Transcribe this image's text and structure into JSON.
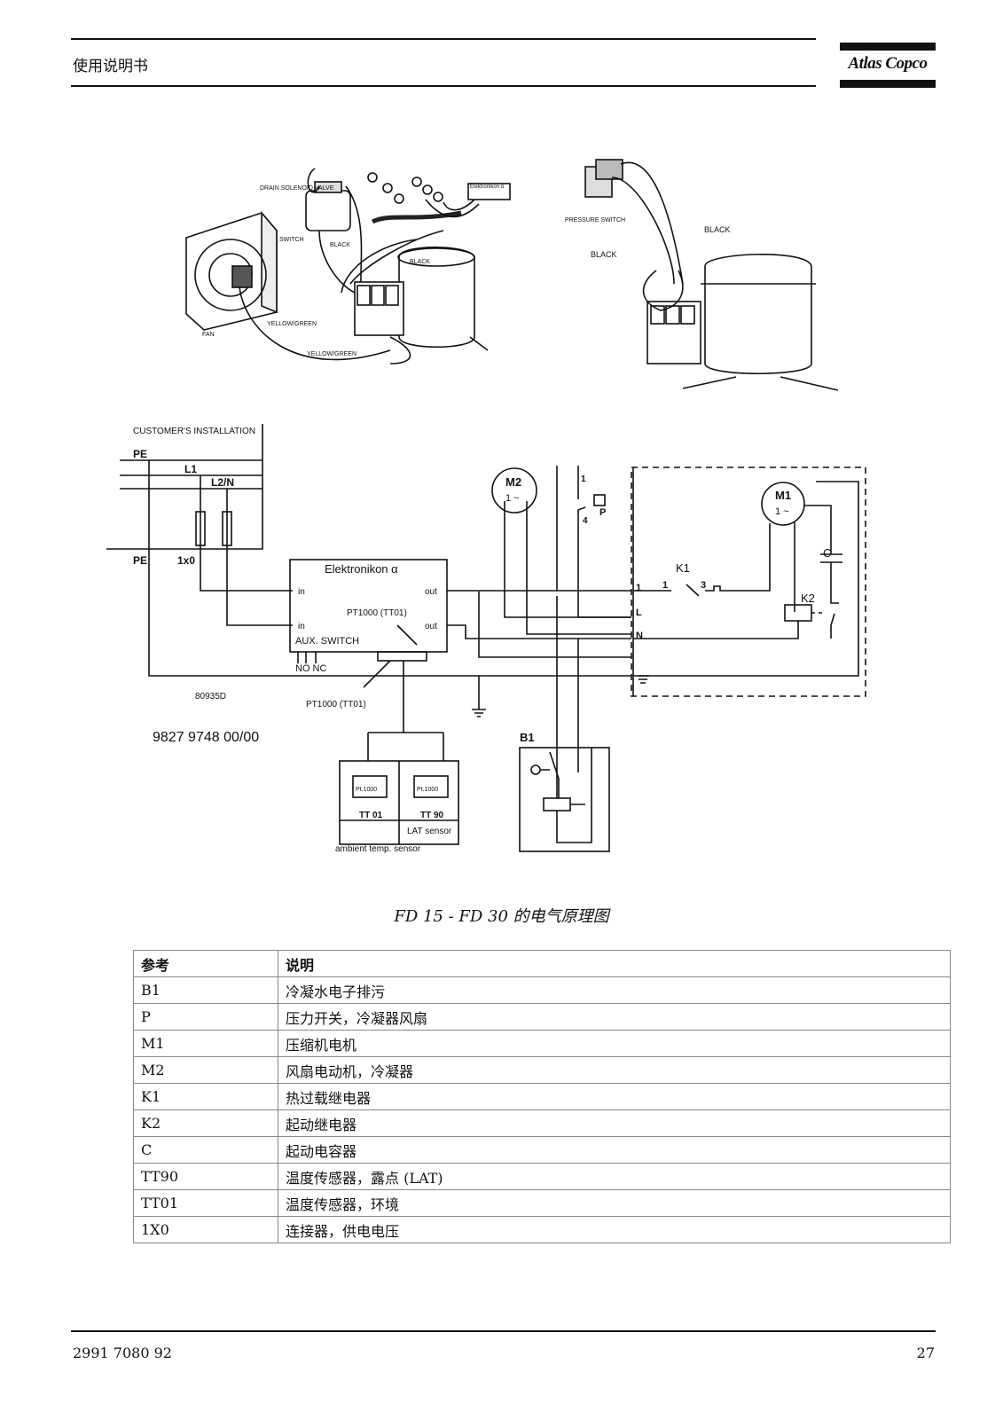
{
  "header": {
    "title": "使用说明书",
    "logo_text": "Atlas Copco"
  },
  "figure": {
    "top_left_labels": {
      "drain_valve": "DRAIN SOLENOID VALVE",
      "switch": "SWITCH",
      "fan": "FAN",
      "black_a": "BLACK",
      "black_b": "BLACK",
      "yellow_green_a": "YELLOW/GREEN",
      "yellow_green_b": "YELLOW/GREEN",
      "elektronikon_small": "Elektronikon α"
    },
    "top_right_labels": {
      "pressure_switch": "PRESSURE SWITCH",
      "black_a": "BLACK",
      "black_b": "BLACK"
    },
    "schematic": {
      "customer_installation": "CUSTOMER'S INSTALLATION",
      "pe_top": "PE",
      "l1": "L1",
      "l2n": "L2/N",
      "pe_bottom": "PE",
      "x1": "1x0",
      "elektronikon": "Elektronikon α",
      "in1": "in",
      "in2": "in",
      "out1": "out",
      "out2": "out",
      "pt1000_inner": "PT1000 (TT01)",
      "aux_switch": "AUX. SWITCH",
      "no_nc": "NO  NC",
      "code": "80935D",
      "pt1000_outer": "PT1000 (TT01)",
      "doc_number": "9827 9748 00/00",
      "m2": "M2",
      "m2_sub": "1 ~",
      "m1": "M1",
      "m1_sub": "1 ~",
      "k1": "K1",
      "k1_pin1": "1",
      "k1_pin3": "3",
      "k2": "K2",
      "c": "C",
      "p": "P",
      "p_pin1": "1",
      "p_pin4": "4",
      "term_1": "1",
      "term_l": "L",
      "term_n": "N",
      "b1": "B1",
      "tt01": "TT 01",
      "tt90": "TT 90",
      "pt_a": "Pt.1000",
      "pt_b": "Pt.1000",
      "lat_sensor": "LAT sensor",
      "ambient": "ambient temp. sensor"
    },
    "caption": "FD 15 - FD 30 的电气原理图"
  },
  "legend_table": {
    "headers": [
      "参考",
      "说明"
    ],
    "rows": [
      [
        "B1",
        "冷凝水电子排污"
      ],
      [
        "P",
        "压力开关，冷凝器风扇"
      ],
      [
        "M1",
        "压缩机电机"
      ],
      [
        "M2",
        "风扇电动机，冷凝器"
      ],
      [
        "K1",
        "热过载继电器"
      ],
      [
        "K2",
        "起动继电器"
      ],
      [
        "C",
        "起动电容器"
      ],
      [
        "TT90",
        "温度传感器，露点 (LAT)"
      ],
      [
        "TT01",
        "温度传感器，环境"
      ],
      [
        "1X0",
        "连接器，供电电压"
      ]
    ]
  },
  "footer": {
    "doc_number": "2991 7080 92",
    "page": "27"
  }
}
